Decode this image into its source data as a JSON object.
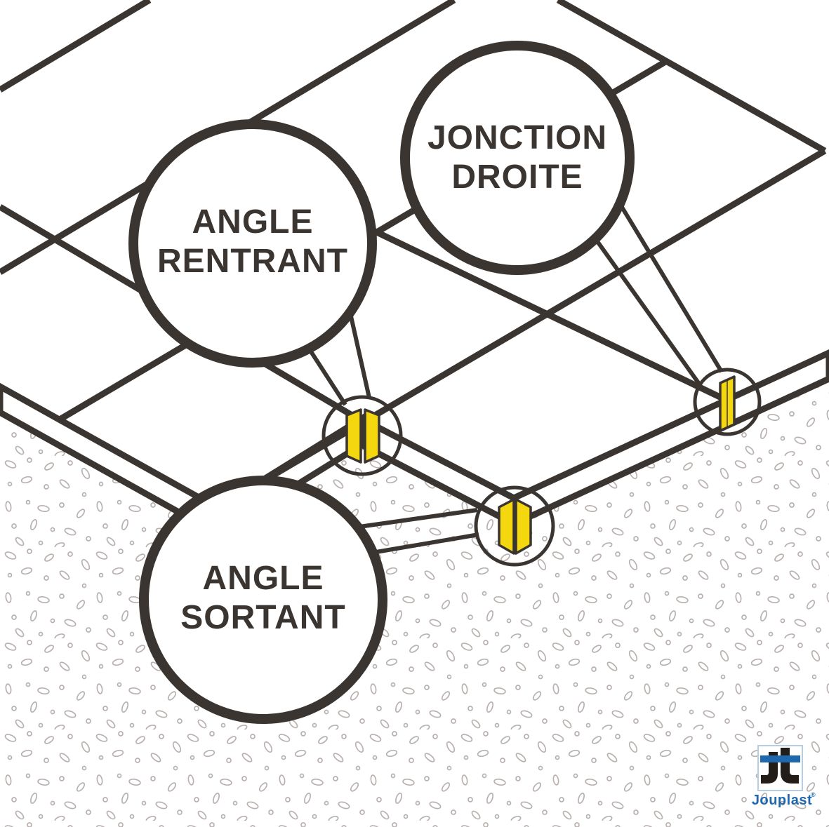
{
  "diagram": {
    "title_hint": "terrace-tile-clip-types",
    "callouts": [
      {
        "id": "angle-rentrant",
        "line1": "ANGLE",
        "line2": "RENTRANT",
        "clip": "inside-corner-clip"
      },
      {
        "id": "jonction-droite",
        "line1": "JONCTION",
        "line2": "DROITE",
        "clip": "straight-junction-clip"
      },
      {
        "id": "angle-sortant",
        "line1": "ANGLE",
        "line2": "SORTANT",
        "clip": "outside-corner-clip"
      }
    ]
  },
  "logo": {
    "brand": "Jouplast",
    "registered": "®",
    "monogram": "Jt"
  },
  "colors": {
    "line": "#3a3531",
    "text": "#3a3531",
    "clip_yellow": "#f4d70e",
    "clip_outline": "#3a3531",
    "speckle": "#b9b1af",
    "logo_blue": "#2068ae",
    "logo_dark": "#221d18",
    "logo_border": "#b7cde1",
    "background": "#ffffff"
  }
}
